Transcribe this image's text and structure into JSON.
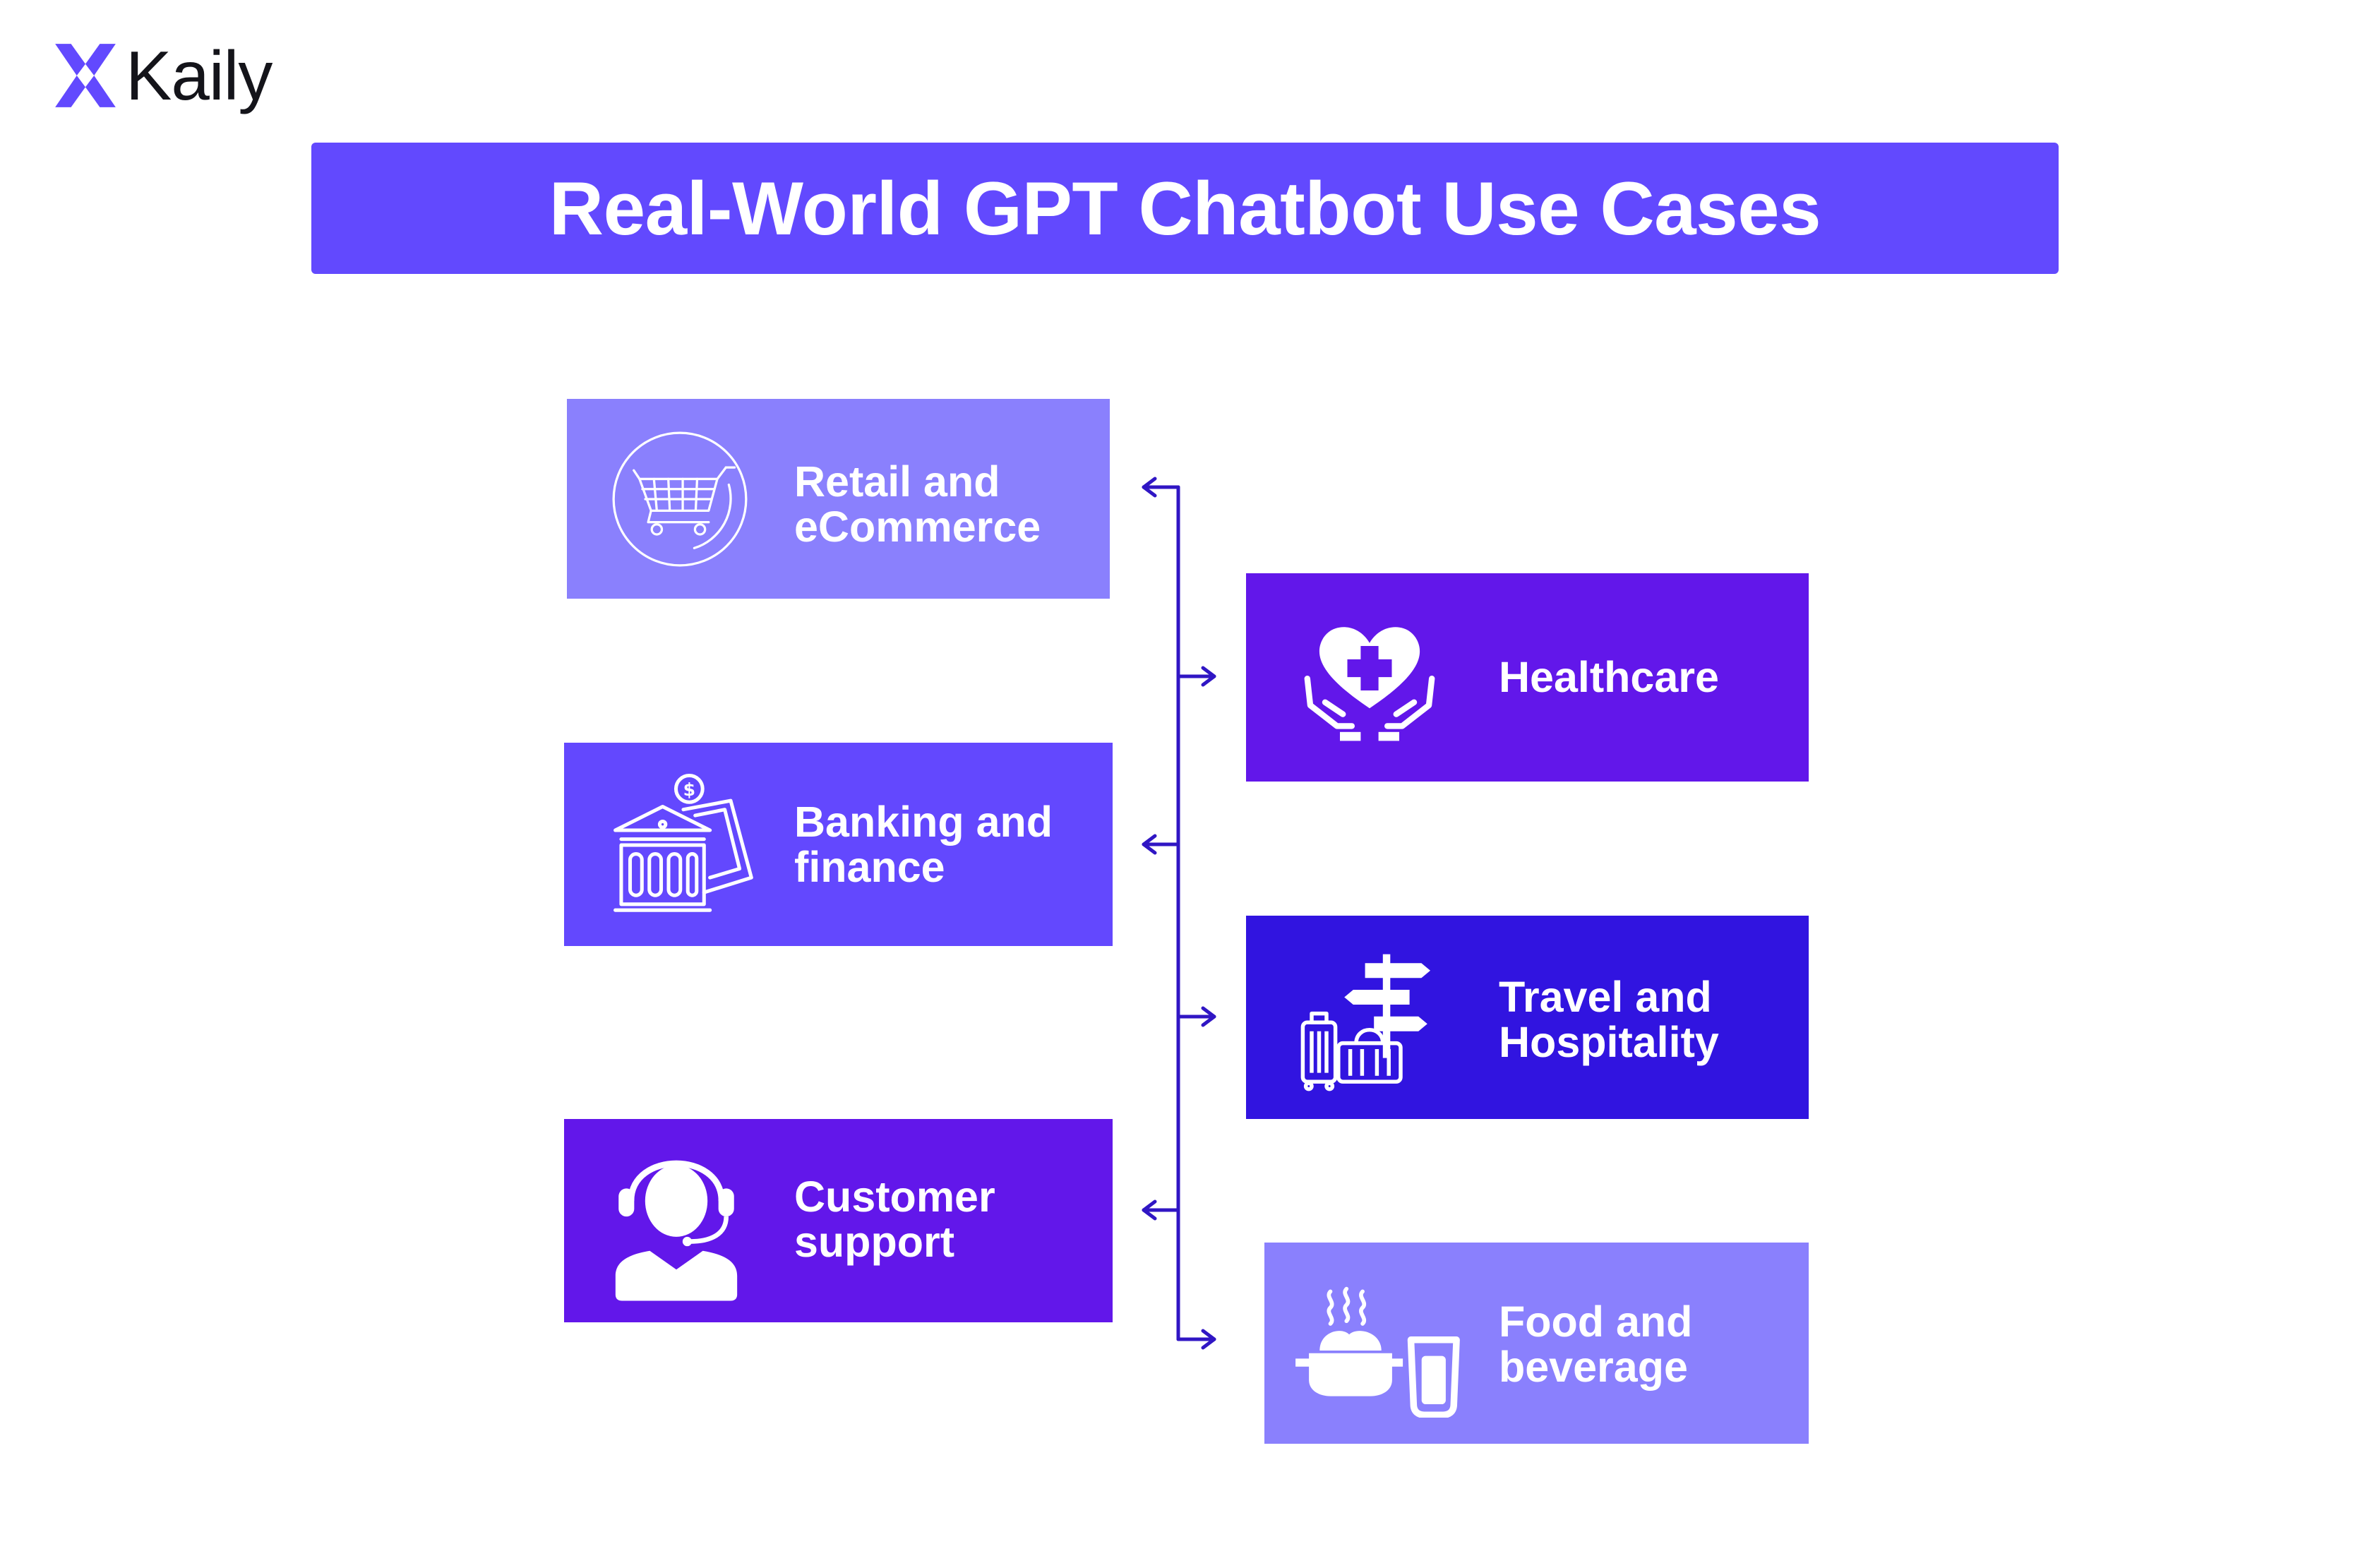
{
  "brand": {
    "name": "Kaily",
    "accent": "#6249fe"
  },
  "title": "Real-World GPT Chatbot Use Cases",
  "colors": {
    "light_violet": "#8a80fd",
    "violet": "#6348fe",
    "deep_violet": "#6217ea",
    "indigo": "#3114e0",
    "connector": "#3016c4"
  },
  "use_cases": {
    "retail": {
      "label": "Retail and\neCommerce",
      "icon": "shopping-cart-icon",
      "color": "#8a80fd"
    },
    "healthcare": {
      "label": "Healthcare",
      "icon": "heart-hands-icon",
      "color": "#6217ea"
    },
    "banking": {
      "label": "Banking and\nfinance",
      "icon": "bank-money-icon",
      "color": "#6348fe"
    },
    "travel": {
      "label": "Travel and\nHospitality",
      "icon": "signpost-luggage-icon",
      "color": "#3114e0"
    },
    "support": {
      "label": "Customer\nsupport",
      "icon": "headset-agent-icon",
      "color": "#6217ea"
    },
    "food": {
      "label": "Food and\nbeverage",
      "icon": "food-drink-icon",
      "color": "#8a80fd"
    }
  }
}
